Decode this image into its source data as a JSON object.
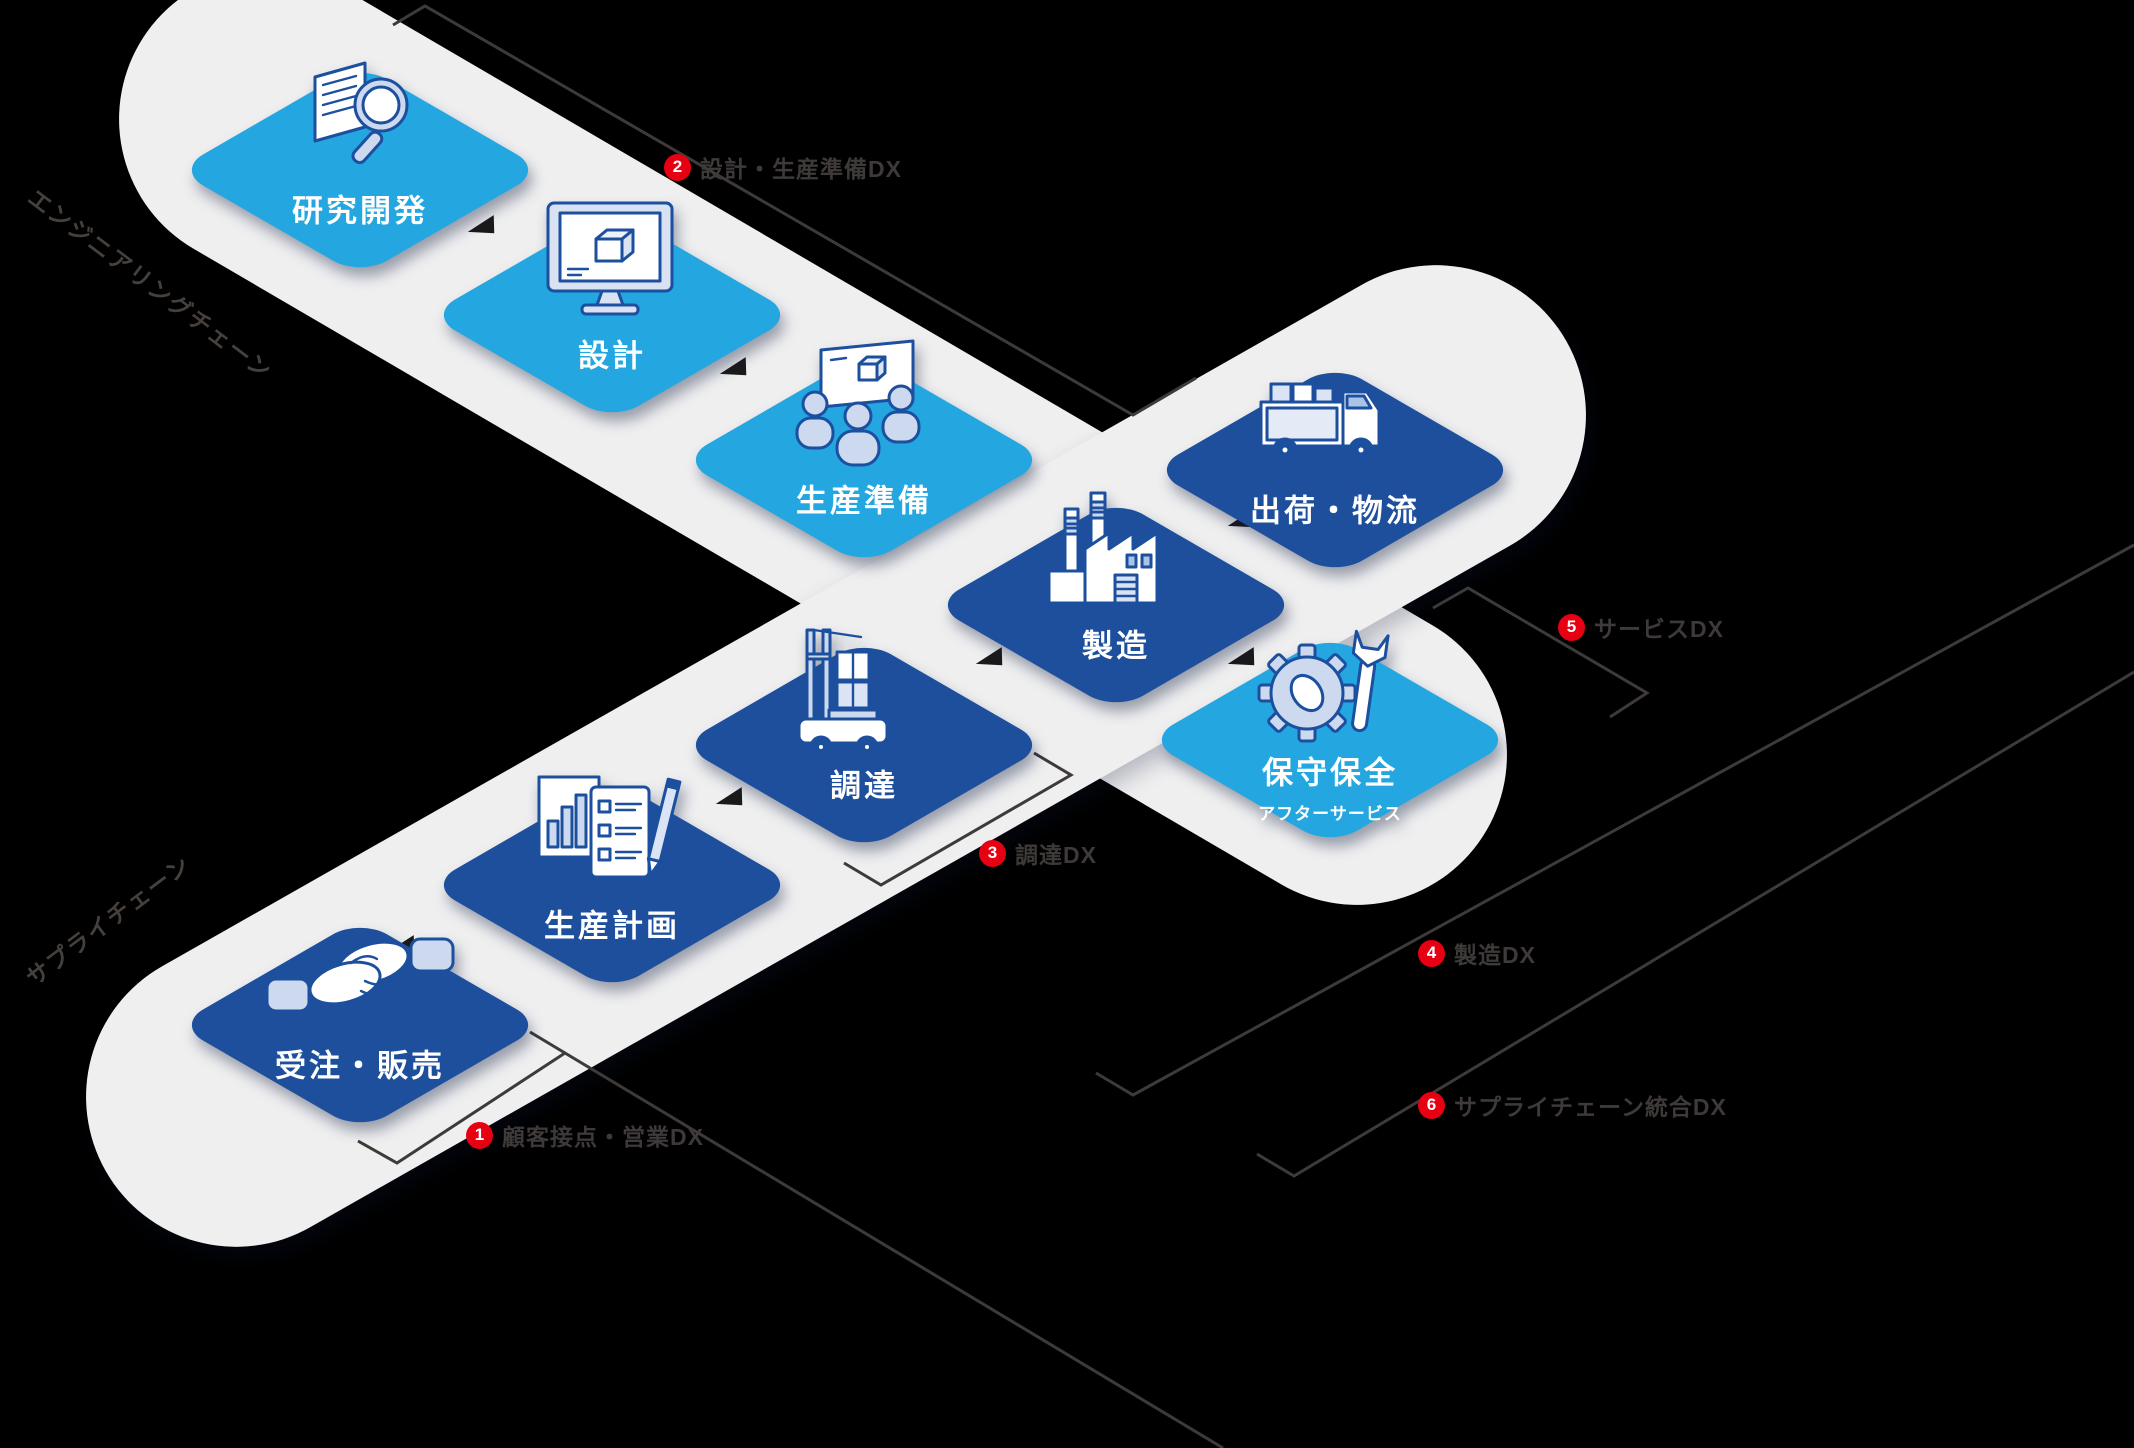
{
  "palette": {
    "tile_light_blue": "#24a7e0",
    "tile_dark_blue": "#1d4f9d",
    "band_gray": "#efeff0",
    "label_dark": "#3e3a39",
    "badge_red": "#e60012",
    "tile_text": "#ffffff",
    "icon_line_blue": "#1c4f9e",
    "icon_fill_pale": "#ccd9ee"
  },
  "chains": [
    {
      "id": "engineering",
      "label": "エンジニアリングチェーン"
    },
    {
      "id": "supply",
      "label": "サプライチェーン"
    }
  ],
  "tiles": [
    {
      "label": "研究開発",
      "icon": "document-magnifier-icon",
      "chain": "engineering",
      "color": "light"
    },
    {
      "label": "設計",
      "icon": "monitor-cube-icon",
      "chain": "engineering",
      "color": "light"
    },
    {
      "label": "生産準備",
      "icon": "team-board-icon",
      "chain": "engineering",
      "color": "light"
    },
    {
      "label": "製造",
      "icon": "factory-icon",
      "chain": "both",
      "color": "dark"
    },
    {
      "label": "出荷・物流",
      "icon": "truck-boxes-icon",
      "chain": "supply",
      "color": "dark"
    },
    {
      "label": "保守保全",
      "sublabel": "アフターサービス",
      "icon": "gear-wrench-icon",
      "chain": "engineering",
      "color": "light"
    },
    {
      "label": "調達",
      "icon": "forklift-icon",
      "chain": "supply",
      "color": "dark"
    },
    {
      "label": "生産計画",
      "icon": "chart-checklist-icon",
      "chain": "supply",
      "color": "dark"
    },
    {
      "label": "受注・販売",
      "icon": "handshake-icon",
      "chain": "supply",
      "color": "dark"
    }
  ],
  "dx_labels": [
    {
      "number": "1",
      "label": "顧客接点・営業DX"
    },
    {
      "number": "2",
      "label": "設計・生産準備DX"
    },
    {
      "number": "3",
      "label": "調達DX"
    },
    {
      "number": "4",
      "label": "製造DX"
    },
    {
      "number": "5",
      "label": "サービスDX"
    },
    {
      "number": "6",
      "label": "サプライチェーン統合DX"
    }
  ],
  "arrows": {
    "icon": "flow-arrow-triangle",
    "count": 7
  }
}
